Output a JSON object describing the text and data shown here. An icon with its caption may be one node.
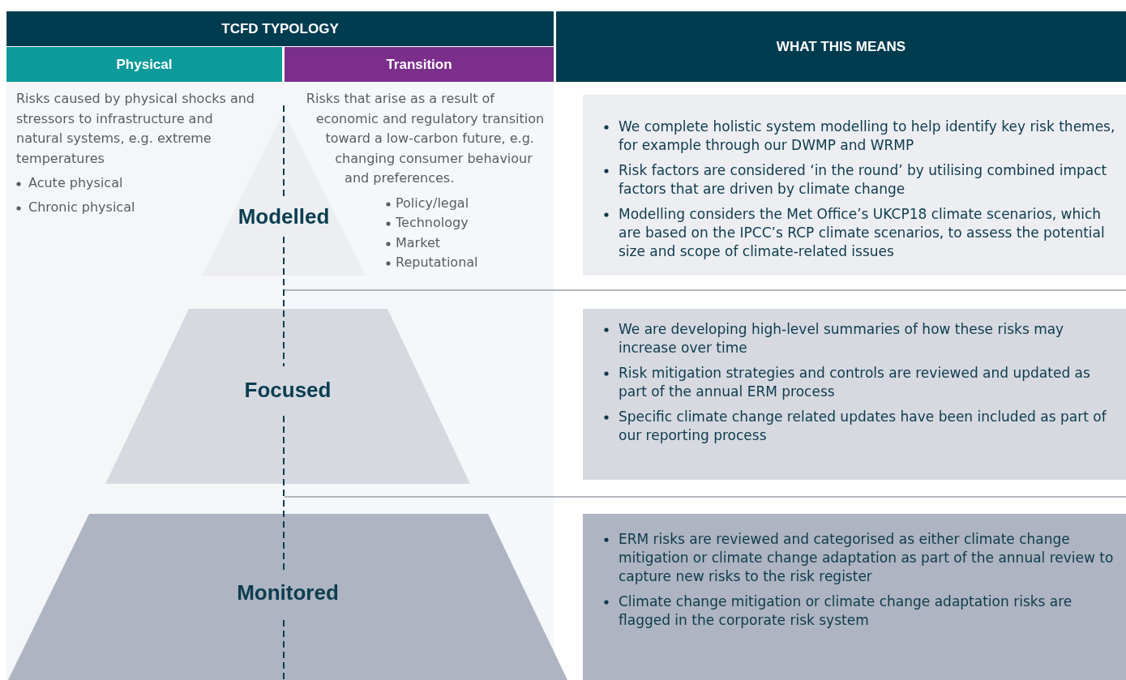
{
  "diagram": {
    "nodes": [
      {
        "text": [
          "TCFD TYPOLOGY"
        ]
      },
      {
        "text": [
          "Physical"
        ]
      },
      {
        "text": [
          "Transition"
        ]
      },
      {
        "text": [
          "WHAT THIS MEANS"
        ]
      },
      {
        "text": [
          "Risks caused by physical shocks and stressors to infrastructure and natural systems, e.g. extreme temperatures",
          "Acute physical",
          "Chronic physical"
        ]
      },
      {
        "text": [
          "Risks that arise as a result of economic and regulatory transition toward a low-carbon future, e.g. changing consumer behaviour and preferences.",
          "Policy/legal",
          "Technology",
          "Market",
          "Reputational"
        ]
      },
      {
        "text": [
          "Modelled"
        ]
      },
      {
        "text": [
          "Focused"
        ]
      },
      {
        "text": [
          "Monitored"
        ]
      },
      {
        "text": [
          "We complete holistic system modelling to help identify key risk themes, for example through our DWMP and WRMP",
          "Risk factors are considered ‘in the round’ by utilising combined impact factors that are driven by climate change",
          "Modelling considers the Met Office’s UKCP18 climate scenarios, which are based on the IPCC’s RCP climate scenarios, to assess the potential size and scope of climate-related issues"
        ]
      },
      {
        "text": [
          "We are developing high-level summaries of how these risks may increase over time",
          "Risk mitigation strategies and controls are reviewed and updated as part of the annual ERM process",
          "Specific climate change related updates have been included as part of our reporting process"
        ]
      },
      {
        "text": [
          "ERM risks are reviewed and categorised as either climate change mitigation or climate change adaptation as part of the annual review to capture new risks to the risk register",
          "Climate change mitigation or climate change adaptation risks are flagged in the corporate risk system"
        ]
      }
    ]
  }
}
